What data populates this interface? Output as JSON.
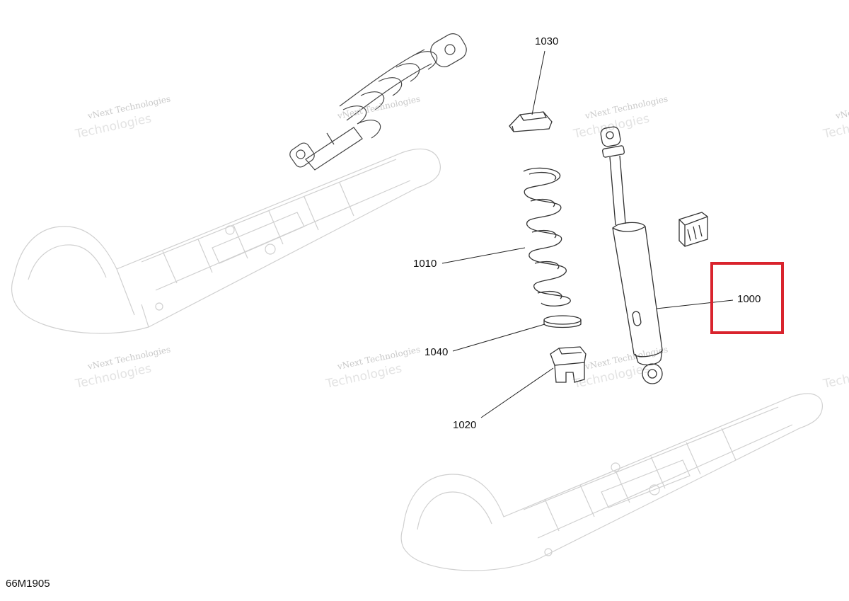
{
  "callouts": {
    "c1030": "1030",
    "c1010": "1010",
    "c1040": "1040",
    "c1020": "1020",
    "c1000": "1000"
  },
  "highlight": {
    "part": "1000",
    "color": "#d9232d"
  },
  "watermark": {
    "line1": "vNext Technologies",
    "line2": "Technologies"
  },
  "drawing_id": "66M1905"
}
